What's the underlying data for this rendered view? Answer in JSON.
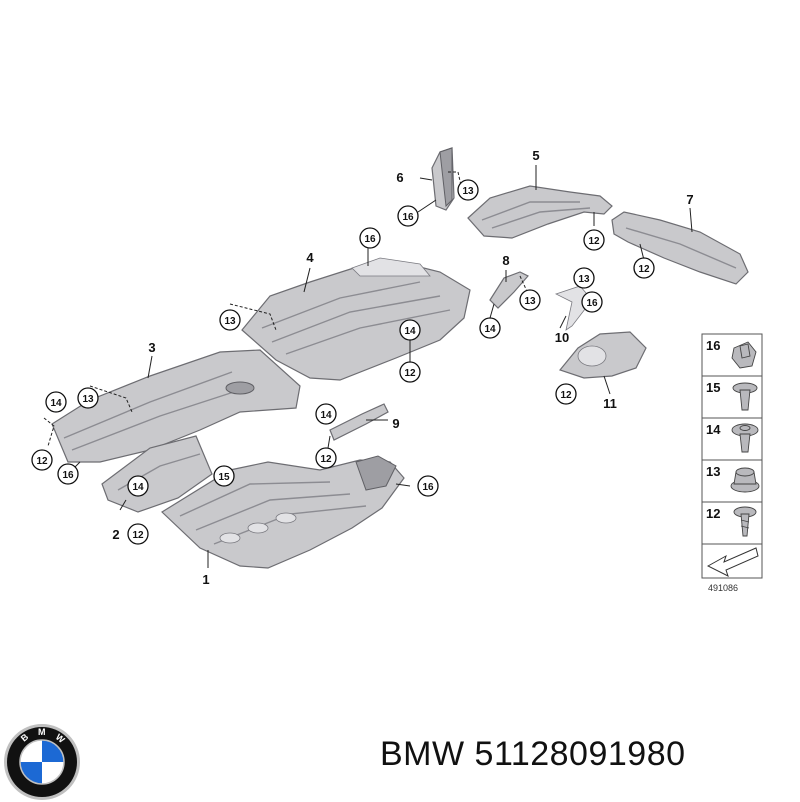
{
  "diagram": {
    "reference_number": "491086",
    "part_numbers": [
      "1",
      "2",
      "3",
      "4",
      "5",
      "6",
      "7",
      "8",
      "9",
      "10",
      "11"
    ],
    "callouts": {
      "c13a": "13",
      "c16a": "16",
      "c12a": "12",
      "c12b": "12",
      "c16b": "16",
      "c13b": "13",
      "c14a": "14",
      "c12c": "12",
      "c13c": "13",
      "c14b": "14",
      "c13d": "13",
      "c16c": "16",
      "c14c": "14",
      "c13e": "13",
      "c12d": "12",
      "c16d": "16",
      "c14d": "14",
      "c12e": "12",
      "c14e": "14",
      "c12f": "12",
      "c15a": "15",
      "c16e": "16",
      "c12g": "12"
    },
    "legend": [
      "16",
      "15",
      "14",
      "13",
      "12"
    ]
  },
  "footer": {
    "brand_text": "BMW 51128091980"
  },
  "logo": {
    "letters": [
      "B",
      "M",
      "W"
    ],
    "colors": {
      "blue": "#1c69d4",
      "white": "#ffffff",
      "ring": "#111111",
      "silver": "#c0c0c0"
    }
  }
}
